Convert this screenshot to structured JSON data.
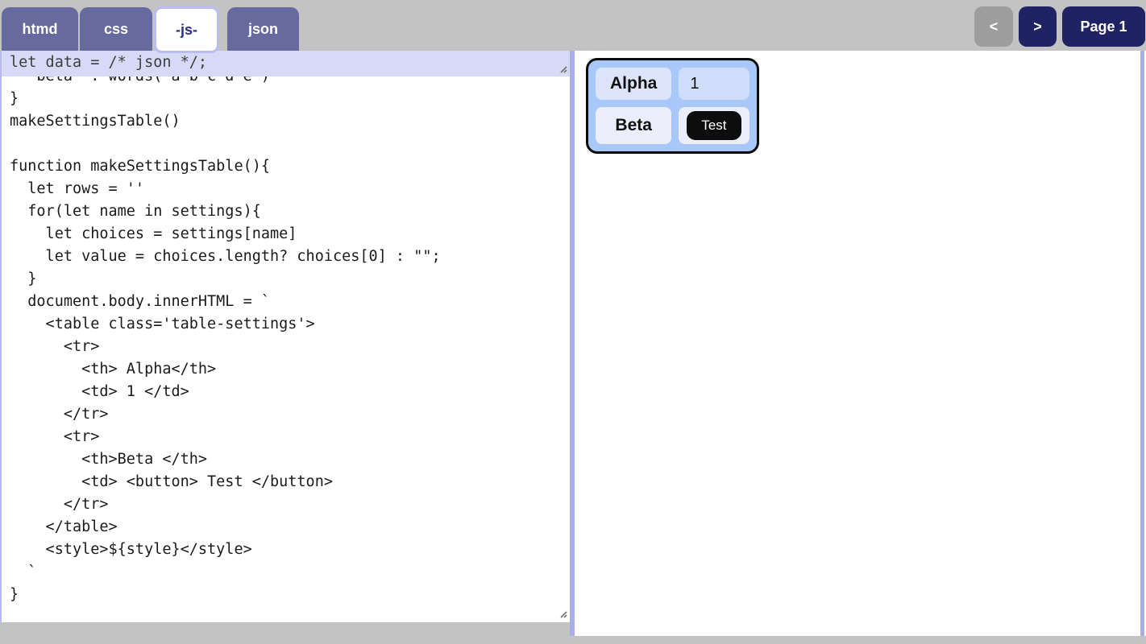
{
  "tabs": [
    {
      "label": "htmd",
      "active": false
    },
    {
      "label": "css",
      "active": false
    },
    {
      "label": "-js-",
      "active": true
    },
    {
      "label": "json",
      "active": false
    }
  ],
  "pager": {
    "prev_label": "<",
    "next_label": ">",
    "page_label": "Page 1"
  },
  "editor": {
    "data_line": "let data = /* json */;",
    "code": "  'beta' : words('a b c d e')\n}\nmakeSettingsTable()\n\nfunction makeSettingsTable(){\n  let rows = ''\n  for(let name in settings){\n    let choices = settings[name]\n    let value = choices.length? choices[0] : \"\";\n  }\n  document.body.innerHTML = `\n    <table class='table-settings'>\n      <tr>\n        <th> Alpha</th>\n        <td> 1 </td>\n      </tr>\n      <tr>\n        <th>Beta </th>\n        <td> <button> Test </button>\n      </tr>\n    </table>\n    <style>${style}</style>\n  `\n}"
  },
  "preview": {
    "rows": [
      {
        "header": "Alpha",
        "value": "1",
        "value_type": "text"
      },
      {
        "header": "Beta",
        "value": "Test",
        "value_type": "button"
      }
    ]
  },
  "colors": {
    "tab_inactive_bg": "#666a9f",
    "tab_active_text": "#2b2e8c",
    "tab_active_border": "#b9bdf2",
    "nav_button_bg": "#1f2263",
    "nav_disabled_bg": "#9d9d9d",
    "data_line_bg": "#d7daf6",
    "panel_divider": "#a9aeea",
    "page_bg": "#c3c3c3",
    "table_bg": "#a9c8fa",
    "cell_row1_th": "#dce4fb",
    "cell_row1_td": "#cfdcfa",
    "cell_row2": "#ecedfb",
    "test_button_bg": "#0d0d0d"
  }
}
